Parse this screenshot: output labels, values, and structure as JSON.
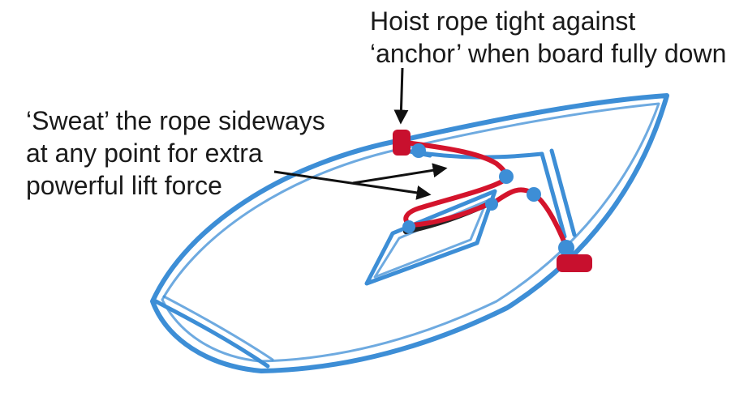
{
  "annotations": {
    "hoist": {
      "lines": [
        "Hoist rope tight against",
        "‘anchor’ when board fully down"
      ]
    },
    "sweat": {
      "lines": [
        "‘Sweat’ the rope sideways",
        "at any point for extra",
        "powerful lift force"
      ]
    }
  },
  "colors": {
    "hull": "#3d8ed6",
    "rope": "#d4142c",
    "anchor": "#c8102e",
    "board_rope": "#222222",
    "arrow": "#111111",
    "text": "#1a1a1a"
  }
}
